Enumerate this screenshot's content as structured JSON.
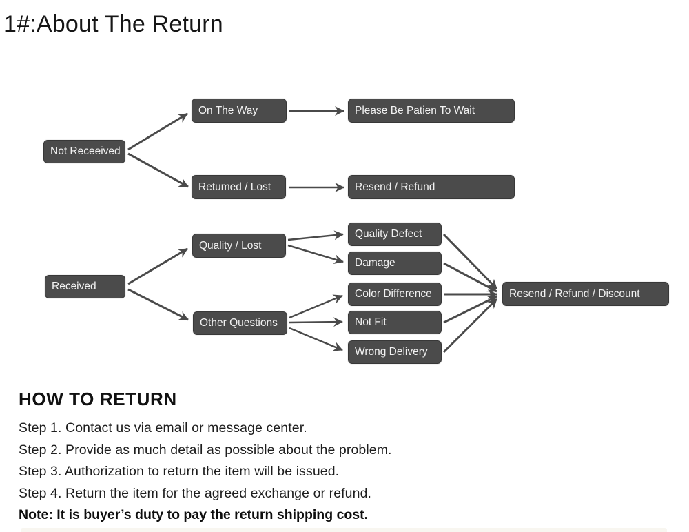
{
  "page": {
    "title": "1#:About The Return"
  },
  "flowchart": {
    "box_color": "#4b4b4b",
    "box_text_color": "#f2f2f2",
    "arrow_color": "#4a4a4a",
    "nodes": [
      {
        "id": "not-received",
        "label": "Not Receeived"
      },
      {
        "id": "on-the-way",
        "label": "On The Way"
      },
      {
        "id": "please-wait",
        "label": "Please Be Patien To Wait"
      },
      {
        "id": "returned-lost",
        "label": "Retumed / Lost"
      },
      {
        "id": "resend-refund",
        "label": "Resend / Refund"
      },
      {
        "id": "received",
        "label": "Received"
      },
      {
        "id": "quality-lost",
        "label": "Quality / Lost"
      },
      {
        "id": "other-questions",
        "label": "Other Questions"
      },
      {
        "id": "quality-defect",
        "label": "Quality Defect"
      },
      {
        "id": "damage",
        "label": "Damage"
      },
      {
        "id": "color-difference",
        "label": "Color Difference"
      },
      {
        "id": "not-fit",
        "label": "Not Fit"
      },
      {
        "id": "wrong-delivery",
        "label": "Wrong Delivery"
      },
      {
        "id": "resend-discount",
        "label": "Resend / Refund / Discount"
      }
    ],
    "edges": [
      {
        "from": "not-received",
        "to": "on-the-way"
      },
      {
        "from": "not-received",
        "to": "returned-lost"
      },
      {
        "from": "on-the-way",
        "to": "please-wait"
      },
      {
        "from": "returned-lost",
        "to": "resend-refund"
      },
      {
        "from": "received",
        "to": "quality-lost"
      },
      {
        "from": "received",
        "to": "other-questions"
      },
      {
        "from": "quality-lost",
        "to": "quality-defect"
      },
      {
        "from": "quality-lost",
        "to": "damage"
      },
      {
        "from": "other-questions",
        "to": "color-difference"
      },
      {
        "from": "other-questions",
        "to": "not-fit"
      },
      {
        "from": "other-questions",
        "to": "wrong-delivery"
      },
      {
        "from": "quality-defect",
        "to": "resend-discount"
      },
      {
        "from": "damage",
        "to": "resend-discount"
      },
      {
        "from": "color-difference",
        "to": "resend-discount"
      },
      {
        "from": "not-fit",
        "to": "resend-discount"
      },
      {
        "from": "wrong-delivery",
        "to": "resend-discount"
      }
    ]
  },
  "how_to_return": {
    "heading": "HOW TO RETURN",
    "steps": [
      "Step 1. Contact us via email or message center.",
      "Step 2. Provide as much detail as possible about the problem.",
      "Step 3. Authorization to return the item will be issued.",
      "Step 4. Return the item for the agreed exchange or refund."
    ],
    "note": "Note: It is buyer’s duty to pay the return shipping cost."
  }
}
